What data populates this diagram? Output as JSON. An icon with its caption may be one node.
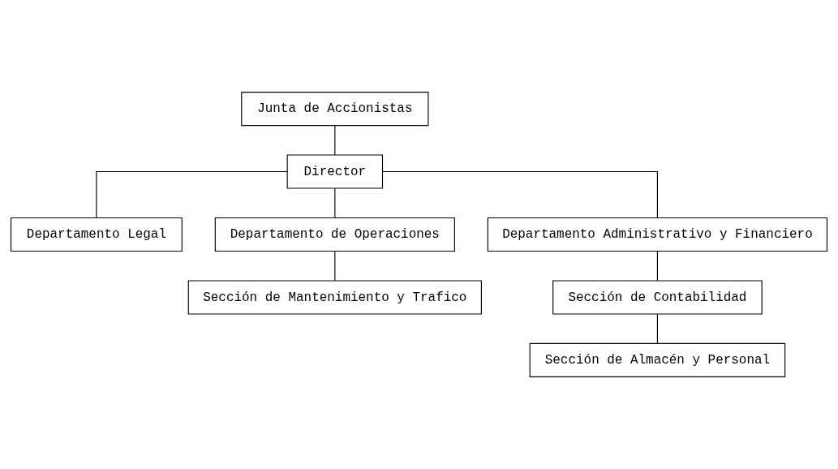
{
  "diagram": {
    "nodes": [
      {
        "text": [
          "Junta de Accionistas"
        ]
      },
      {
        "text": [
          "Director"
        ]
      },
      {
        "text": [
          "Departamento Legal"
        ]
      },
      {
        "text": [
          "Departamento de Operaciones"
        ]
      },
      {
        "text": [
          "Departamento Administrativo y Financiero"
        ]
      },
      {
        "text": [
          "Sección de Mantenimiento y Trafico"
        ]
      },
      {
        "text": [
          "Sección de Contabilidad"
        ]
      },
      {
        "text": [
          "Sección de Almacén y Personal"
        ]
      }
    ],
    "edges": [
      {
        "from": 0,
        "to": 1,
        "arrow": "none"
      },
      {
        "from": 1,
        "to": 2,
        "arrow": "none"
      },
      {
        "from": 1,
        "to": 3,
        "arrow": "none"
      },
      {
        "from": 1,
        "to": 4,
        "arrow": "none"
      },
      {
        "from": 3,
        "to": 5,
        "arrow": "none"
      },
      {
        "from": 4,
        "to": 6,
        "arrow": "none"
      },
      {
        "from": 6,
        "to": 7,
        "arrow": "none"
      }
    ]
  }
}
